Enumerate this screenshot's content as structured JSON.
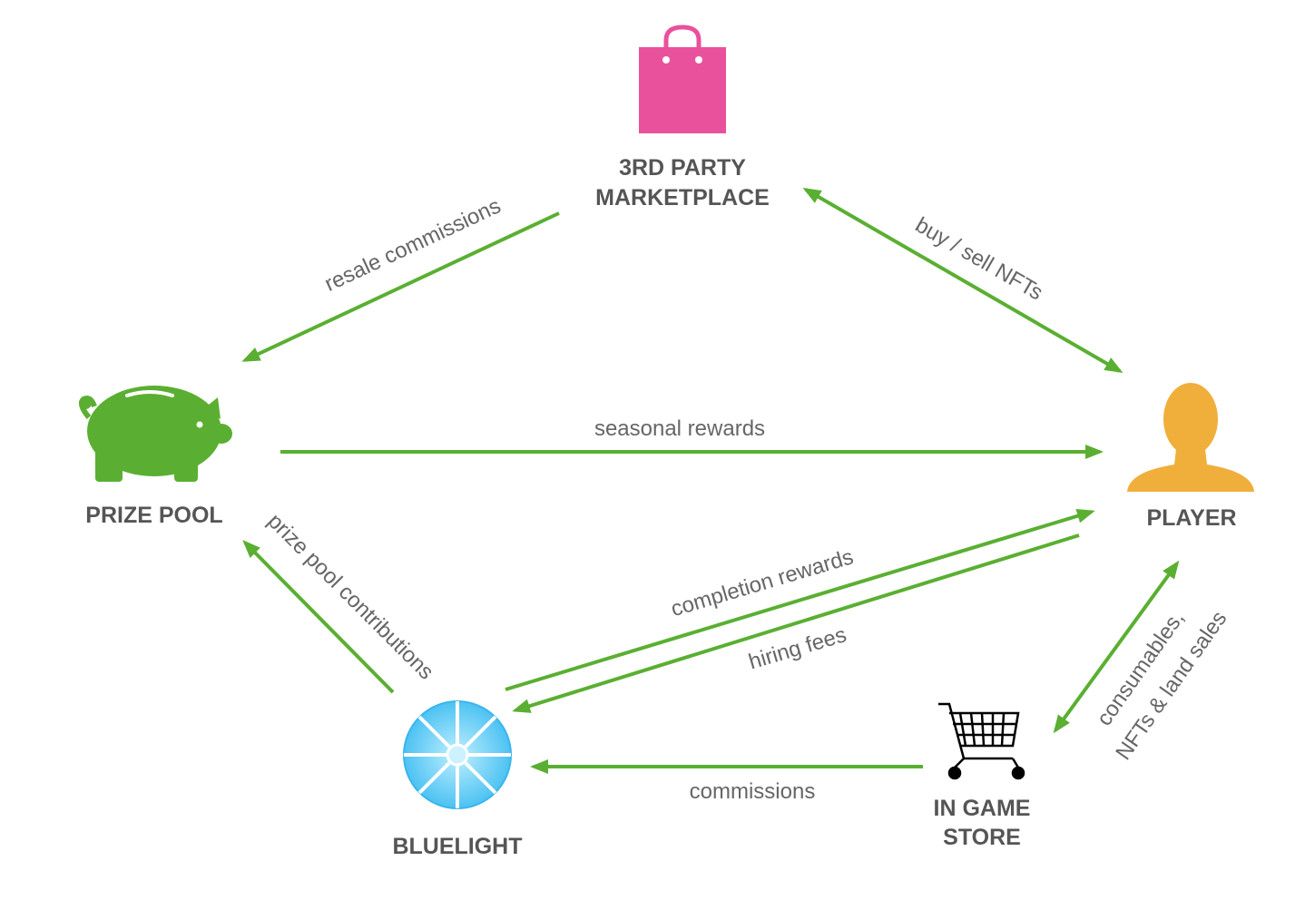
{
  "nodes": {
    "marketplace": {
      "label_line1": "3RD PARTY",
      "label_line2": "MARKETPLACE",
      "icon": "shopping-bag-icon",
      "color": "#ea519c"
    },
    "prize_pool": {
      "label": "PRIZE POOL",
      "icon": "piggy-bank-icon",
      "color": "#5aaf32"
    },
    "player": {
      "label": "PLAYER",
      "icon": "user-icon",
      "color": "#f0ae3b"
    },
    "bluelight": {
      "label": "BLUELIGHT",
      "icon": "bluelight-logo-icon",
      "color": "#5bc8f5"
    },
    "store": {
      "label_line1": "IN GAME",
      "label_line2": "STORE",
      "icon": "shopping-cart-icon",
      "color": "#000000"
    }
  },
  "edges": {
    "resale_commissions": "resale commissions",
    "buy_sell_nfts": "buy / sell NFTs",
    "seasonal_rewards": "seasonal rewards",
    "prize_pool_contributions": "prize pool contributions",
    "completion_rewards": "completion rewards",
    "hiring_fees": "hiring fees",
    "commissions": "commissions",
    "store_sales_line1": "consumables,",
    "store_sales_line2": "NFTs & land sales"
  },
  "colors": {
    "arrow": "#5aaf32",
    "label_text": "#555555",
    "edge_text": "#666666"
  }
}
